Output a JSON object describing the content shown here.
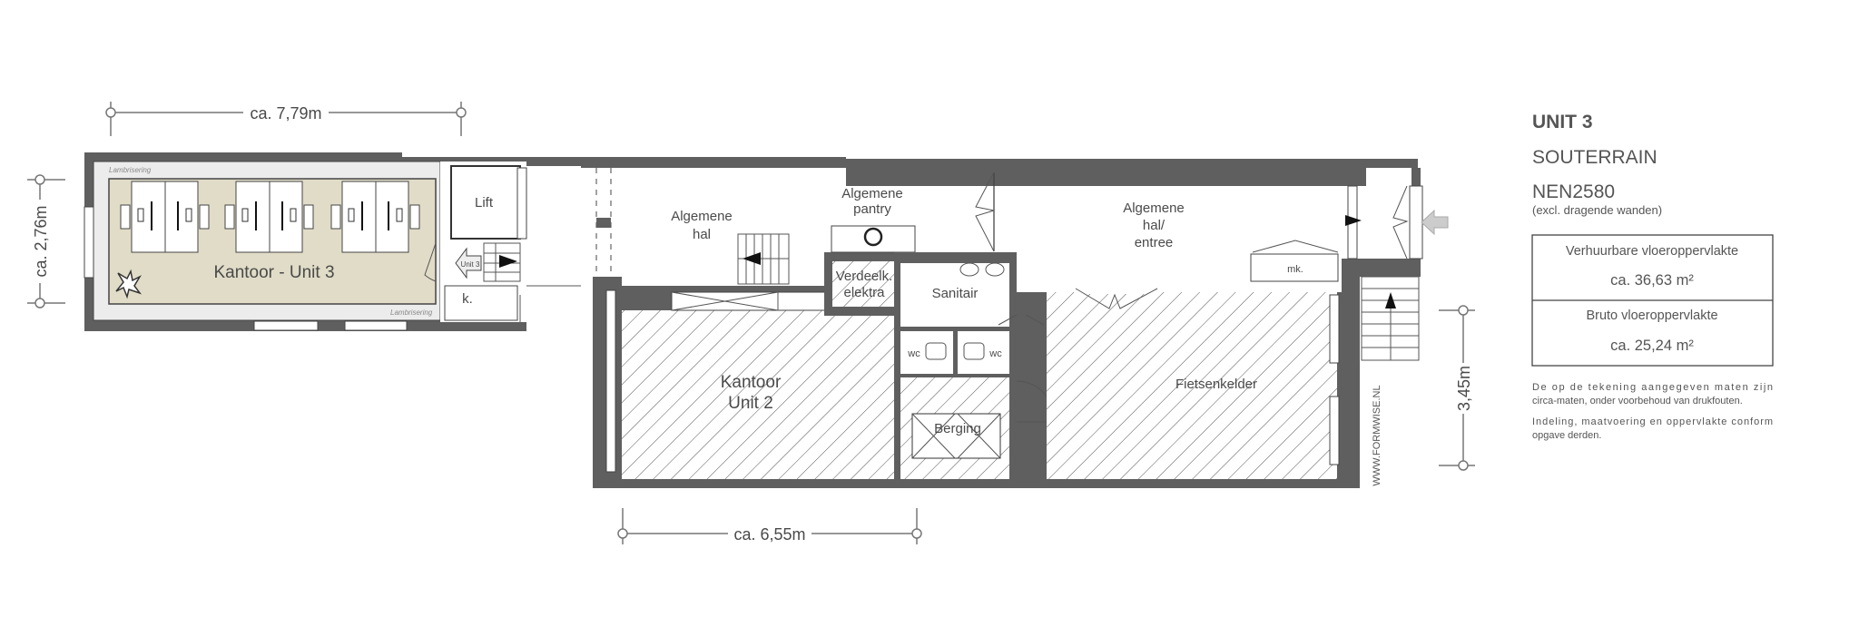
{
  "dimensions": {
    "top": "ca. 7,79m",
    "left": "ca. 2,76m",
    "bottom": "ca. 6,55m",
    "right": "3,45m"
  },
  "rooms": {
    "unit3": "Kantoor - Unit 3",
    "lambrisering_top": "Lambrisering",
    "lambrisering_bottom": "Lambrisering",
    "lift": "Lift",
    "unit3_arrow": "Unit 3",
    "k": "k.",
    "hal_1": "Algemene",
    "hal_2": "hal",
    "pantry_1": "Algemene",
    "pantry_2": "pantry",
    "verdeelk_1": "Verdeelk.",
    "verdeelk_2": "elektra",
    "sanitair": "Sanitair",
    "wc_left": "wc",
    "wc_right": "wc",
    "berging": "Berging",
    "kantoor2_1": "Kantoor",
    "kantoor2_2": "Unit 2",
    "entree_1": "Algemene",
    "entree_2": "hal/",
    "entree_3": "entree",
    "mk": "mk.",
    "fietsenkelder": "Fietsenkelder"
  },
  "watermark": "WWW.FORMWISE.NL",
  "panel": {
    "title": "UNIT 3",
    "floor": "SOUTERRAIN",
    "norm": "NEN2580",
    "norm_note": "(excl. dragende wanden)",
    "rows": [
      {
        "label": "Verhuurbare vloeroppervlakte",
        "value": "ca. 36,63  m²"
      },
      {
        "label": "Bruto vloeroppervlakte",
        "value": "ca. 25,24 m²"
      }
    ],
    "note1_line1": "De op de tekening aangegeven maten zijn",
    "note1_line2": "circa-maten, onder voorbehoud van drukfouten.",
    "note2_line1": "Indeling, maatvoering en oppervlakte conform",
    "note2_line2": "opgave derden."
  },
  "colors": {
    "wall": "#5f5f5f",
    "unit3_fill": "#e0dcc7",
    "hatch": "#555555"
  }
}
